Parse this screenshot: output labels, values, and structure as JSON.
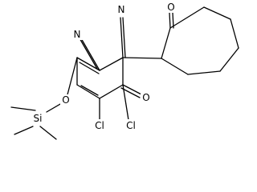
{
  "molecule": {
    "atoms": {
      "n1": "N",
      "n2": "N",
      "o_ketone_ring": "O",
      "o_ketone_heptane": "O",
      "o_ether": "O",
      "si": "Si",
      "cl1": "Cl",
      "cl2": "Cl"
    }
  }
}
